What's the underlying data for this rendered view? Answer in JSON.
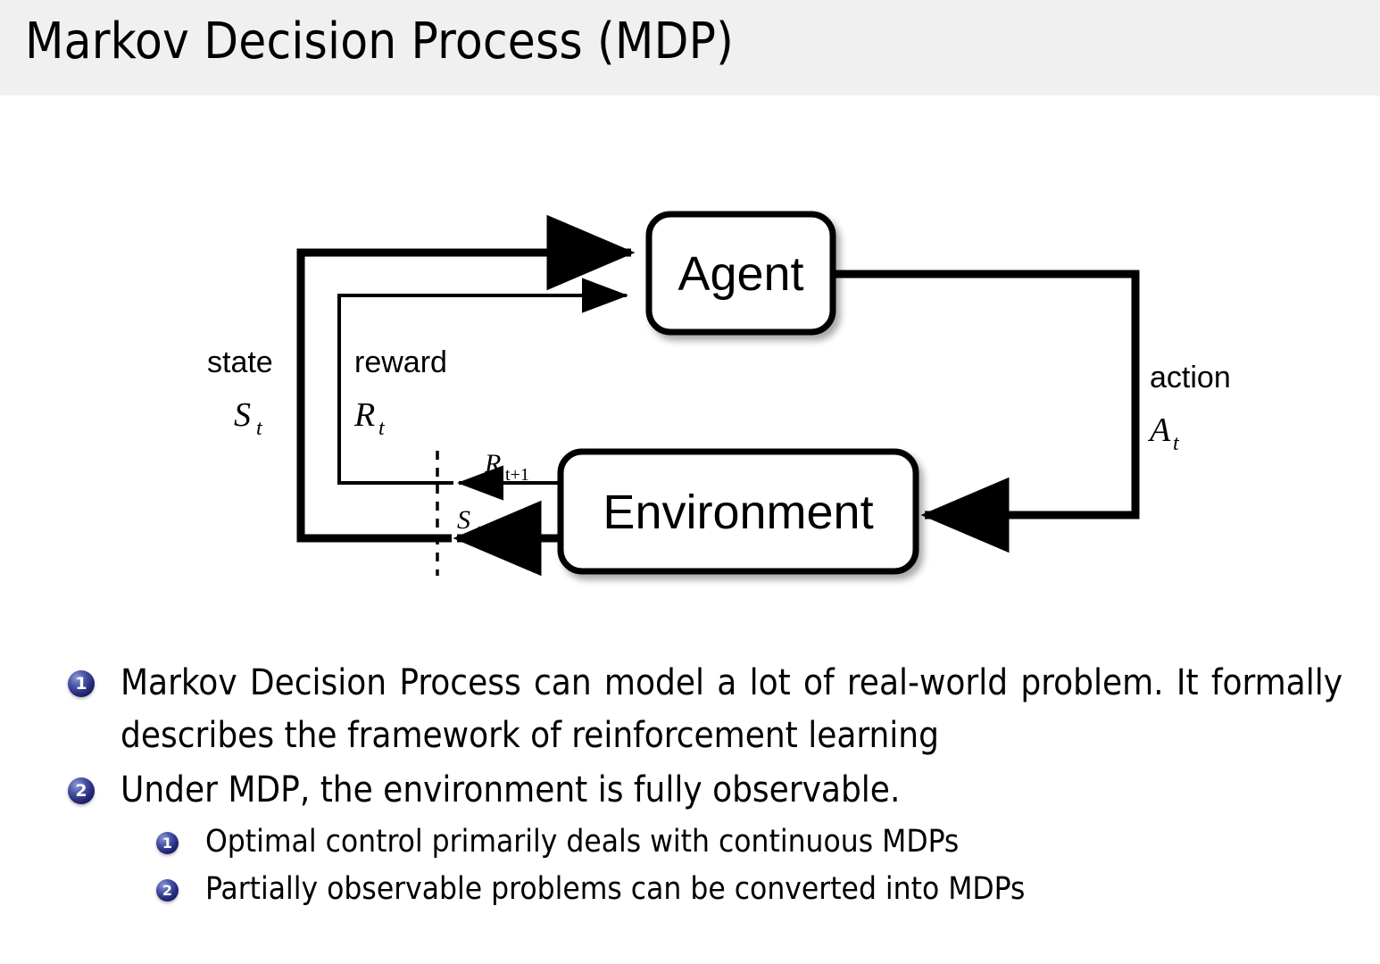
{
  "header": {
    "title": "Markov Decision Process (MDP)",
    "background_color": "#f0f0f0"
  },
  "diagram": {
    "name": "mdp-agent-environment-loop",
    "nodes": [
      {
        "id": "agent",
        "label": "Agent"
      },
      {
        "id": "environment",
        "label": "Environment"
      }
    ],
    "labels": {
      "state_word": "state",
      "state_symbol": "S",
      "state_subscript": "t",
      "reward_word": "reward",
      "reward_symbol": "R",
      "reward_subscript": "t",
      "action_word": "action",
      "action_symbol": "A",
      "action_subscript": "t",
      "next_reward_symbol": "R",
      "next_reward_subscript": "t+1",
      "next_state_symbol": "S",
      "next_state_subscript": "t+1"
    },
    "edges": [
      {
        "from": "environment",
        "to": "agent",
        "label": "state S_t"
      },
      {
        "from": "environment",
        "to": "agent",
        "label": "reward R_t"
      },
      {
        "from": "agent",
        "to": "environment",
        "label": "action A_t"
      }
    ],
    "stroke_color": "#000000"
  },
  "bullets": {
    "items": [
      {
        "marker": "1",
        "text": "Markov Decision Process can model a lot of real-world problem. It formally describes the framework of reinforcement learning",
        "children": []
      },
      {
        "marker": "2",
        "text": "Under MDP, the environment is fully observable.",
        "children": [
          {
            "marker": "1",
            "text": "Optimal control primarily deals with continuous MDPs"
          },
          {
            "marker": "2",
            "text": "Partially observable problems can be converted into MDPs"
          }
        ]
      }
    ],
    "marker_color": "#262a78"
  }
}
